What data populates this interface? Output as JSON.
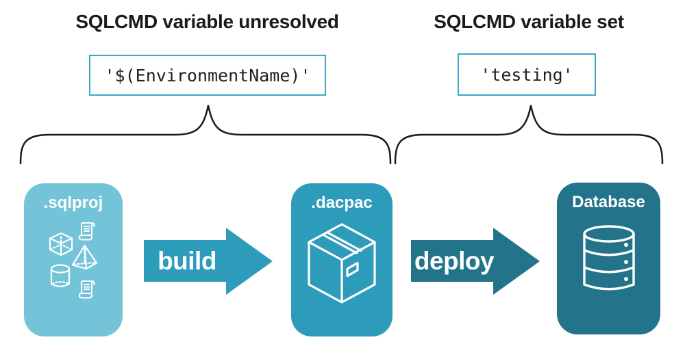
{
  "annotations": {
    "unresolved": {
      "heading": "SQLCMD variable unresolved",
      "code": "'$(EnvironmentName)'"
    },
    "resolved": {
      "heading": "SQLCMD variable set",
      "code": "'testing'"
    }
  },
  "nodes": [
    {
      "id": "sqlproj",
      "label": ".sqlproj",
      "icon": "sql-objects-icon",
      "color": "#74C4D9"
    },
    {
      "id": "dacpac",
      "label": ".dacpac",
      "icon": "package-icon",
      "color": "#2D9CBA"
    },
    {
      "id": "database",
      "label": "Database",
      "icon": "database-icon",
      "color": "#23748A"
    }
  ],
  "arrows": [
    {
      "label": "build",
      "color": "#2D9CBA"
    },
    {
      "label": "deploy",
      "color": "#23748A"
    }
  ],
  "colors": {
    "background": "#FFFFFF",
    "code_box_border": "#3FA6C6",
    "brace": "#1A1A1A",
    "heading_text": "#1A1A1A",
    "node_text": "#FFFFFF"
  }
}
